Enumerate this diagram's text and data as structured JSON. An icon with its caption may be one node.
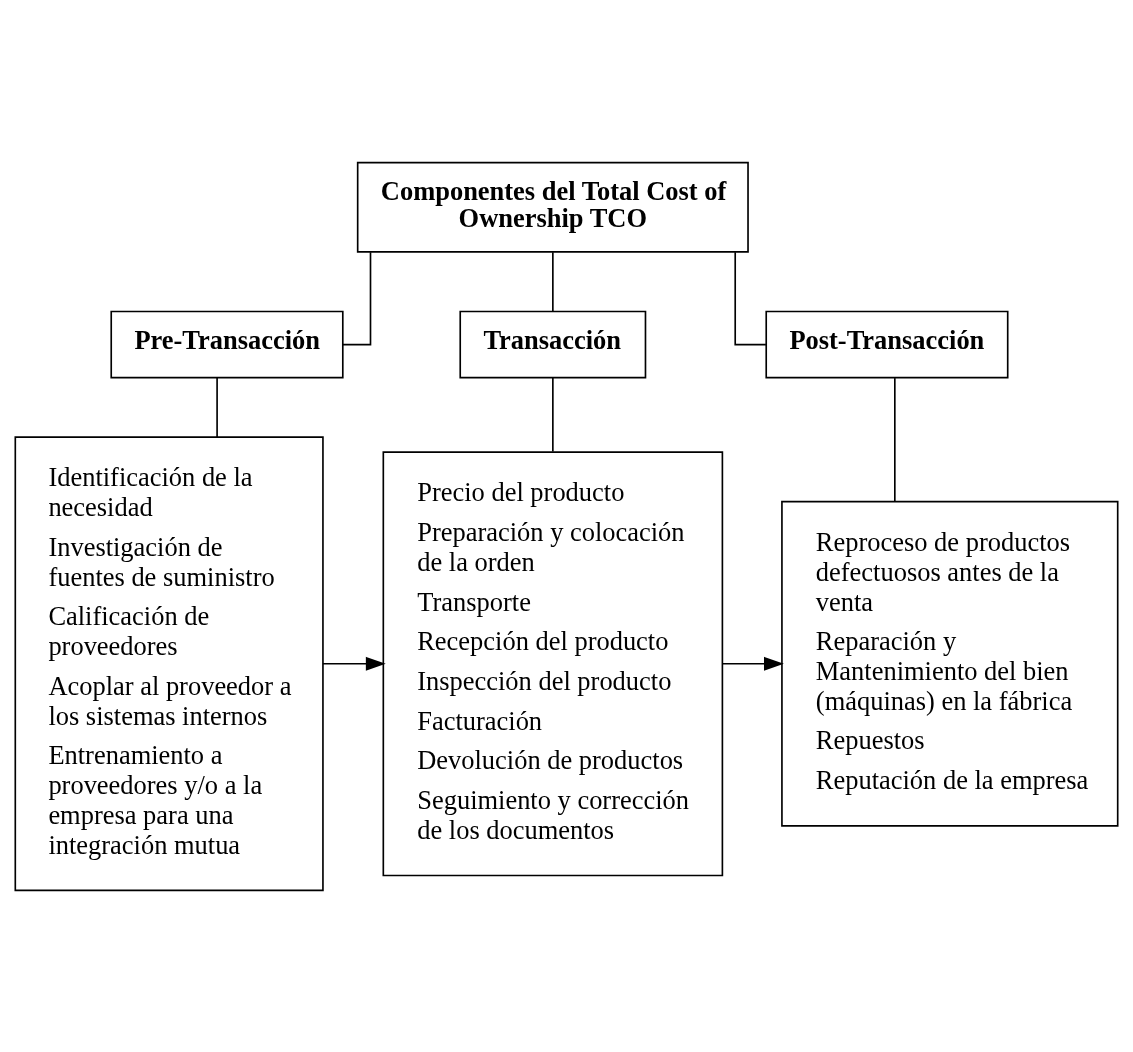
{
  "diagram": {
    "nodes": [
      {
        "text": [
          "Componentes del Total Cost of Ownership TCO"
        ]
      },
      {
        "text": [
          "Pre-Transacción"
        ]
      },
      {
        "text": [
          "Transacción"
        ]
      },
      {
        "text": [
          "Post-Transacción"
        ]
      },
      {
        "text": [
          "Identificación de la necesidad",
          "Investigación de fuentes de suministro",
          "Calificación de proveedores",
          "Acoplar al proveedor a los sistemas internos",
          "Entrenamiento a proveedores y/o a la empresa para una integración mutua"
        ]
      },
      {
        "text": [
          "Precio del producto",
          "Preparación y colocación de la orden",
          "Transporte",
          "Recepción del producto",
          "Inspección del producto",
          "Facturación",
          "Devolución de productos",
          "Seguimiento y corrección de los documentos"
        ]
      },
      {
        "text": [
          "Reproceso de productos defectuosos antes de la venta",
          "Reparación y Mantenimiento del bien (máquinas) en la fábrica",
          "Repuestos",
          "Reputación de la empresa"
        ]
      }
    ],
    "edges": [
      {
        "from": 0,
        "to": 1,
        "arrow": "none"
      },
      {
        "from": 0,
        "to": 2,
        "arrow": "none"
      },
      {
        "from": 0,
        "to": 3,
        "arrow": "none"
      },
      {
        "from": 1,
        "to": 4,
        "arrow": "none"
      },
      {
        "from": 2,
        "to": 5,
        "arrow": "none"
      },
      {
        "from": 3,
        "to": 6,
        "arrow": "none"
      },
      {
        "from": 4,
        "to": 5,
        "arrow": "to"
      },
      {
        "from": 5,
        "to": 6,
        "arrow": "to"
      }
    ]
  }
}
